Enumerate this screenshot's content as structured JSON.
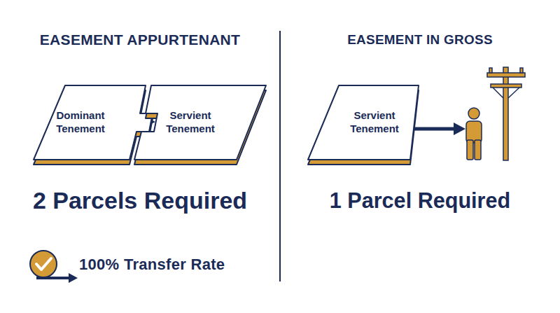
{
  "diagram": {
    "nodes": [
      {
        "text": [
          "Dominant Tenement"
        ]
      },
      {
        "text": [
          "Servient Tenement"
        ]
      },
      {
        "text": [
          "Servient Tenement"
        ]
      }
    ],
    "edges": [
      {
        "from": 0,
        "to": 1,
        "arrow": "to"
      }
    ],
    "labels": [
      "EASEMENT APPURTENANT",
      "EASEMENT IN GROSS",
      "2 Parcels Required",
      "1 Parcel Required",
      "100% Transfer Rate"
    ]
  }
}
